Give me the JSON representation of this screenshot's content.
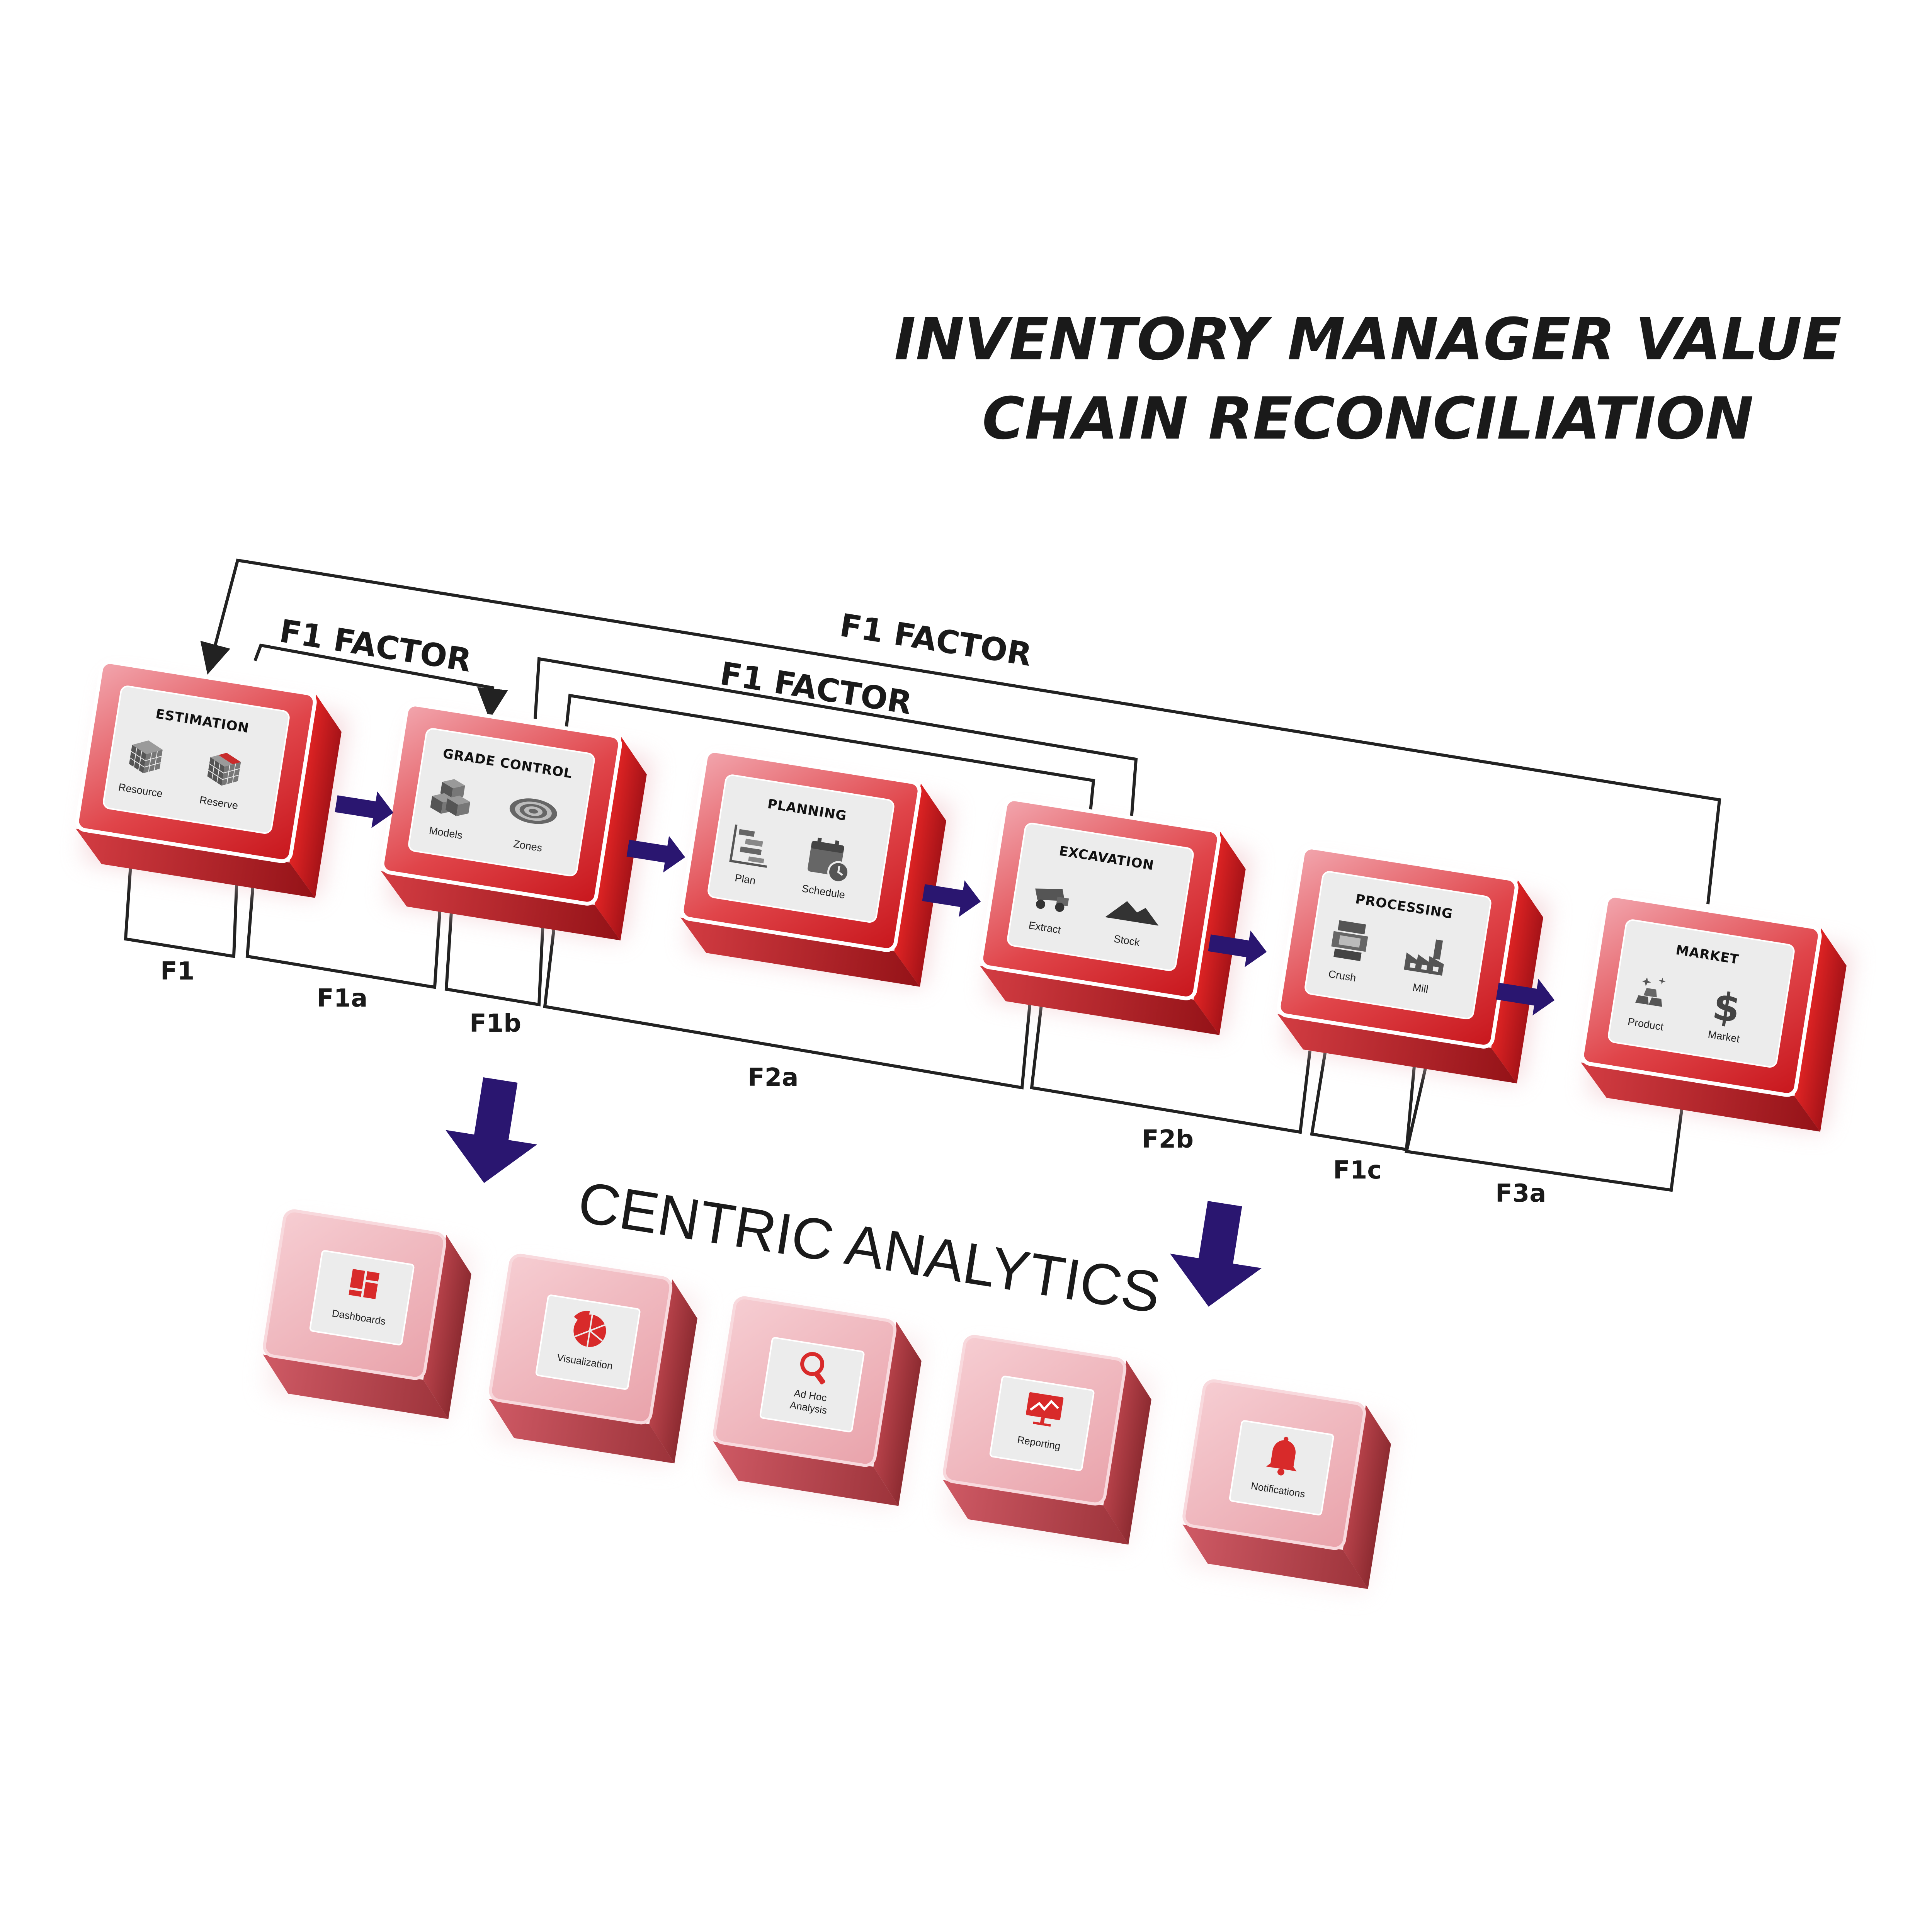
{
  "title": {
    "line1": "INVENTORY MANAGER VALUE",
    "line2": "CHAIN RECONCILIATION"
  },
  "factor_labels": [
    "F1 FACTOR",
    "F1 FACTOR",
    "F1 FACTOR"
  ],
  "stages": [
    {
      "title": "ESTIMATION",
      "items": [
        {
          "label": "Resource",
          "icon": "cube-grid-icon"
        },
        {
          "label": "Reserve",
          "icon": "cube-grid-cut-icon"
        }
      ]
    },
    {
      "title": "GRADE CONTROL",
      "items": [
        {
          "label": "Models",
          "icon": "stacked-blocks-icon"
        },
        {
          "label": "Zones",
          "icon": "pit-rings-icon"
        }
      ]
    },
    {
      "title": "PLANNING",
      "items": [
        {
          "label": "Plan",
          "icon": "gantt-chart-icon"
        },
        {
          "label": "Schedule",
          "icon": "calendar-clock-icon"
        }
      ]
    },
    {
      "title": "EXCAVATION",
      "items": [
        {
          "label": "Extract",
          "icon": "haul-truck-icon"
        },
        {
          "label": "Stock",
          "icon": "stockpile-icon"
        }
      ]
    },
    {
      "title": "PROCESSING",
      "items": [
        {
          "label": "Crush",
          "icon": "crusher-icon"
        },
        {
          "label": "Mill",
          "icon": "factory-icon"
        }
      ]
    },
    {
      "title": "MARKET",
      "items": [
        {
          "label": "Product",
          "icon": "gold-bars-icon"
        },
        {
          "label": "Market",
          "icon": "dollar-icon"
        }
      ]
    }
  ],
  "reconciliation_labels": [
    "F1",
    "F1a",
    "F1b",
    "F2a",
    "F2b",
    "F1c",
    "F3a"
  ],
  "analytics": {
    "title": "CENTRIC ANALYTICS",
    "tiles": [
      {
        "label": "Dashboards",
        "icon": "dashboard-icon"
      },
      {
        "label": "Visualization",
        "icon": "pie-chart-icon"
      },
      {
        "label_line1": "Ad Hoc",
        "label_line2": "Analysis",
        "icon": "magnifier-icon"
      },
      {
        "label": "Reporting",
        "icon": "report-chart-icon"
      },
      {
        "label": "Notifications",
        "icon": "bell-icon"
      }
    ]
  },
  "colors": {
    "stage_red": "#d42a2a",
    "flow_arrow": "#2a1670",
    "analytics_pink": "#f2b8bf",
    "tile_bg": "#ececec"
  }
}
